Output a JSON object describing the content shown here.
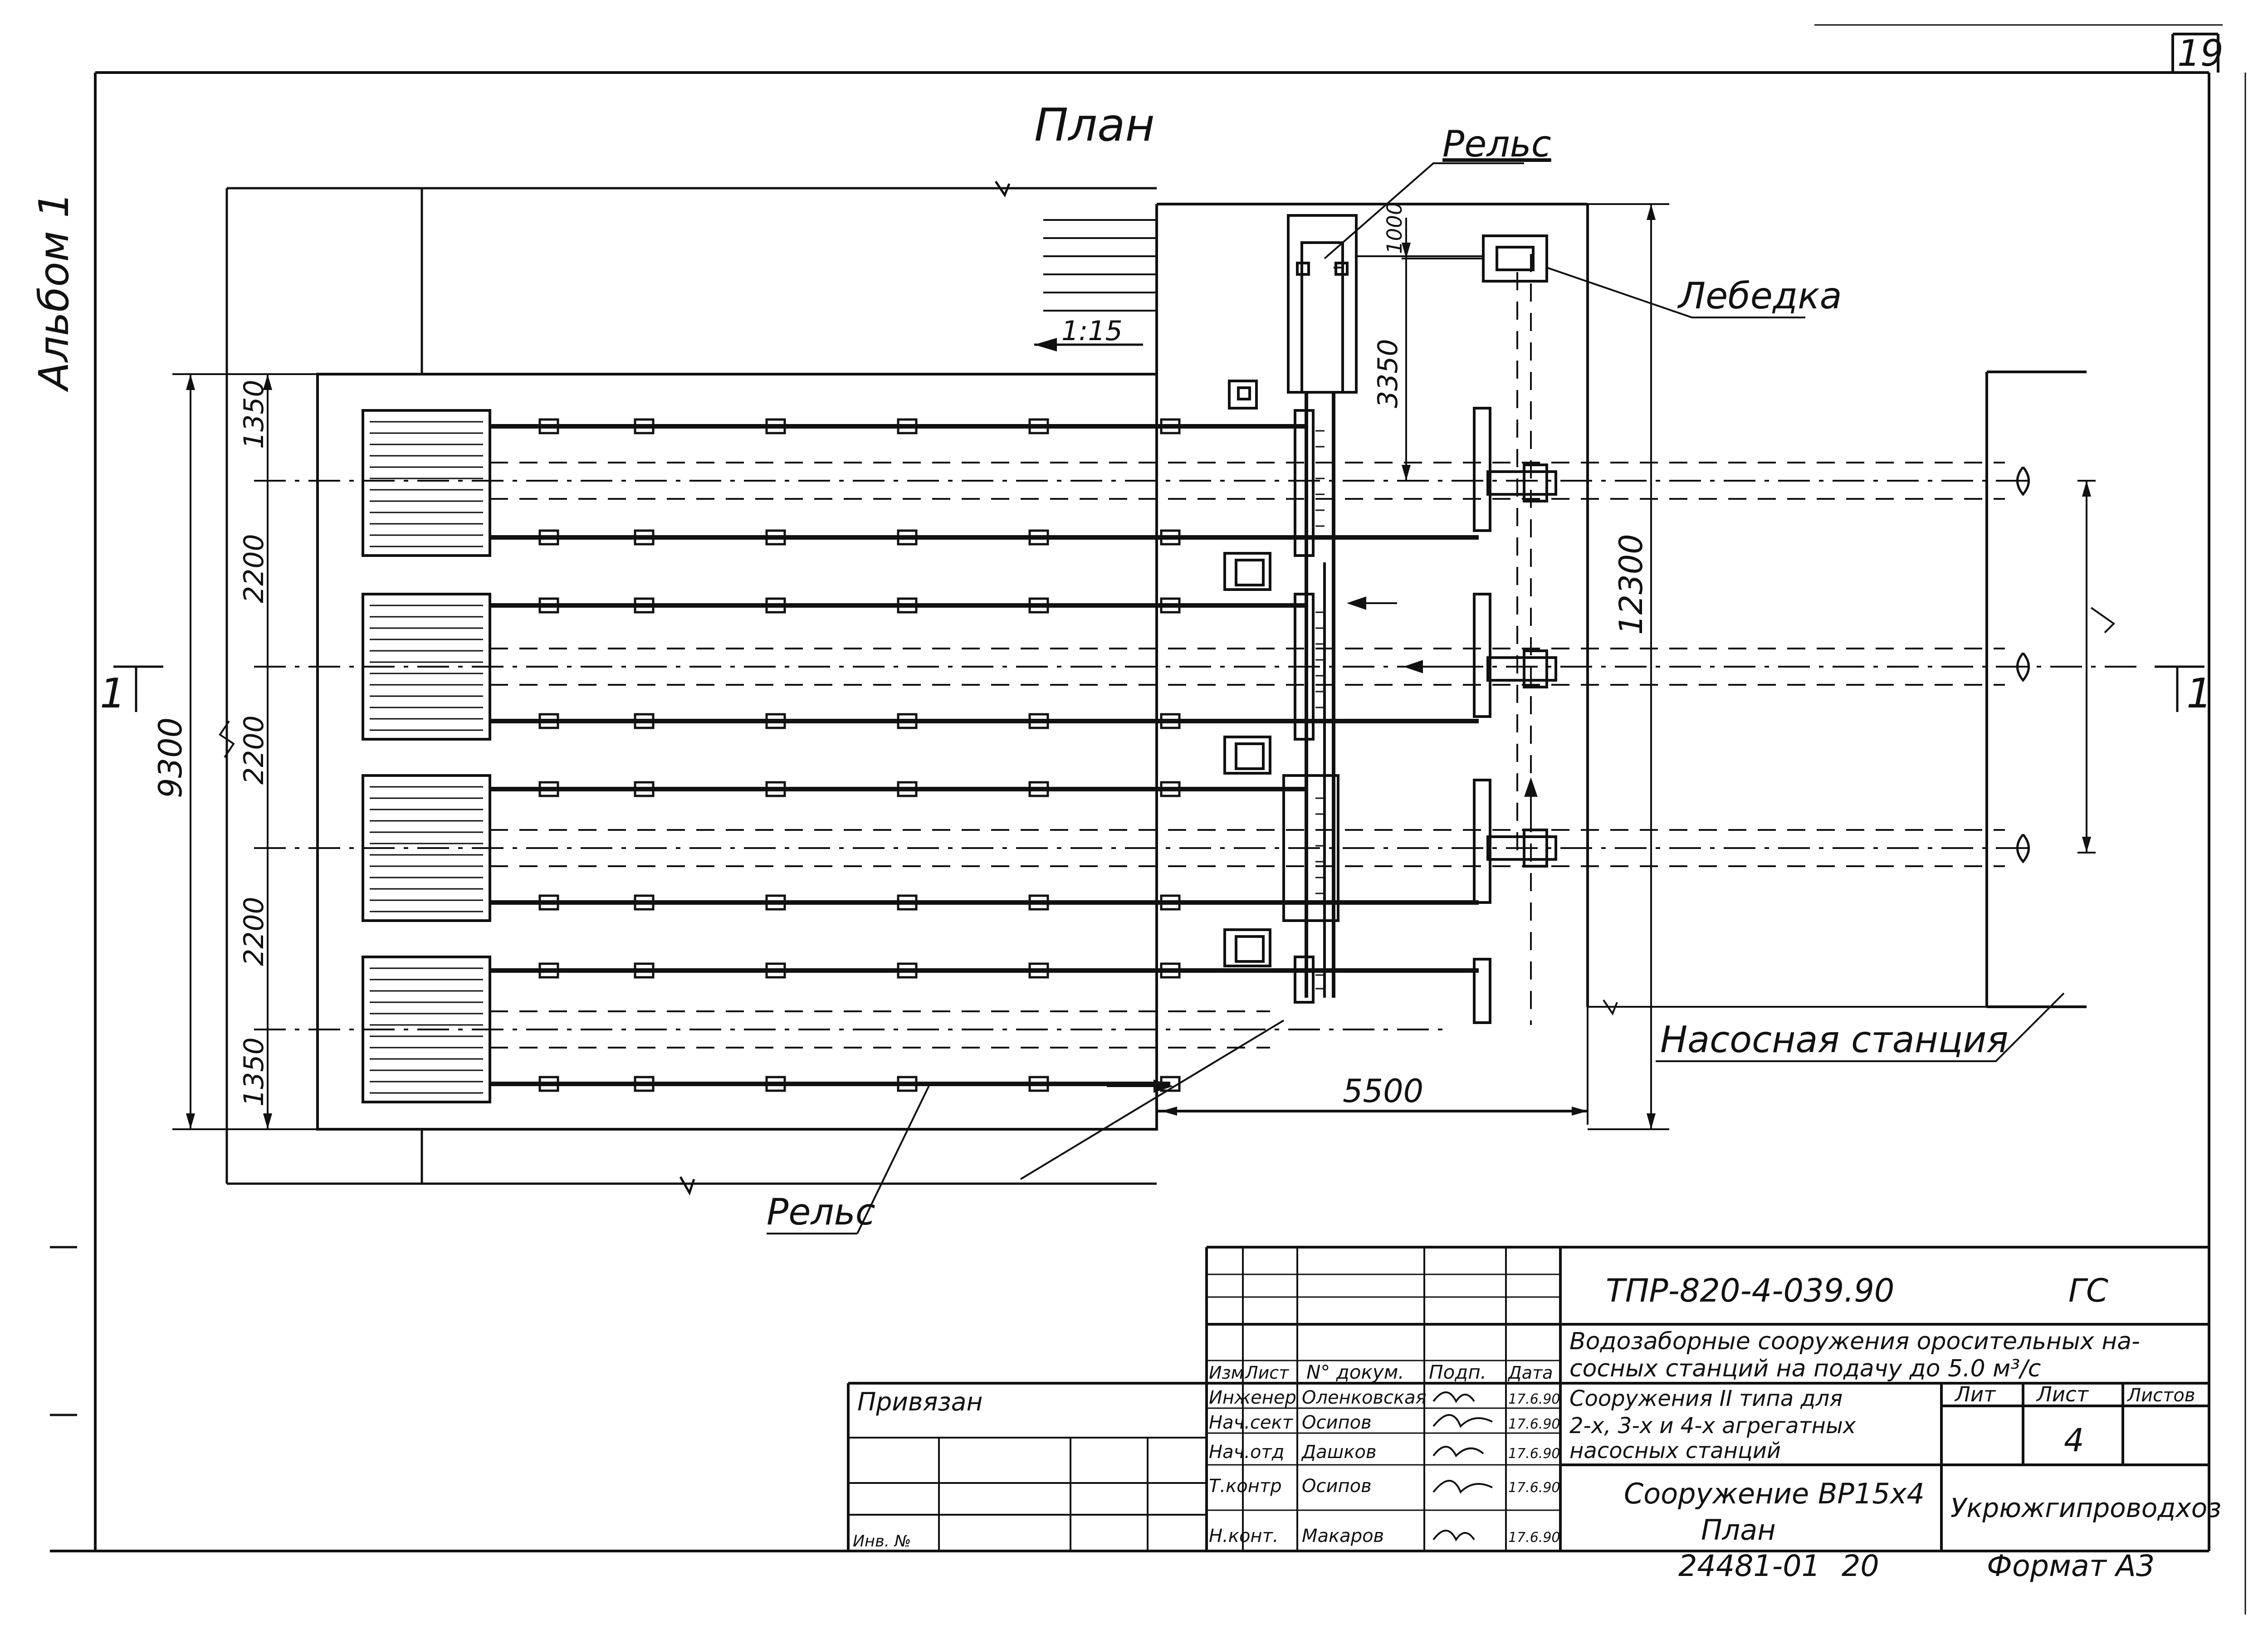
{
  "sheet": {
    "page_number": "19",
    "album_label": "Альбом 1",
    "title": "План",
    "slope": "1:15",
    "section_marker": "1"
  },
  "labels": {
    "rail_top": "Рельс",
    "rail_bottom": "Рельс",
    "winch": "Лебедка",
    "pump_station": "Насосная станция"
  },
  "dimensions": {
    "overall_height": "9300",
    "seg_1350_top": "1350",
    "seg_2200_a": "2200",
    "seg_2200_b": "2200",
    "seg_2200_c": "2200",
    "seg_1350_bottom": "1350",
    "station_height": "12300",
    "width_5500": "5500",
    "d_1000": "1000",
    "d_3350": "3350"
  },
  "title_block": {
    "doc_code": "ТПР-820-4-039.90",
    "stage_code": "ГС",
    "project_name_1": "Водозаборные сооружения оросительных на-",
    "project_name_2": "сосных станций на подачу до 5.0 м³/с",
    "sheet_name_1": "Сооружения II типа для",
    "sheet_name_2": "2-х, 3-х и 4-х агрегатных",
    "sheet_name_3": "насосных станций",
    "drawing_name_1": "Сооружение ВР15х4",
    "drawing_name_2": "План",
    "organization": "Укрюжгипроводхоз",
    "col_lit": "Лит",
    "col_sheet": "Лист",
    "col_sheets": "Листов",
    "sheet_no": "4",
    "header": {
      "izm": "Изм",
      "list": "Лист",
      "doc": "N° докум.",
      "sign": "Подп.",
      "date": "Дата"
    },
    "staff": [
      {
        "role": "Инженер",
        "name": "Оленковская",
        "date": "17.6.90"
      },
      {
        "role": "Нач.сект",
        "name": "Осипов",
        "date": "17.6.90"
      },
      {
        "role": "Нач.отд",
        "name": "Дашков",
        "date": "17.6.90"
      },
      {
        "role": "Т.контр",
        "name": "Осипов",
        "date": "17.6.90"
      },
      {
        "role": "Н.конт.",
        "name": "Макаров",
        "date": "17.6.90"
      }
    ],
    "bound_label": "Привязан",
    "inv_label": "Инв. №",
    "archive_no": "24481-01",
    "archive_sheet": "20",
    "format": "Формат А3"
  }
}
